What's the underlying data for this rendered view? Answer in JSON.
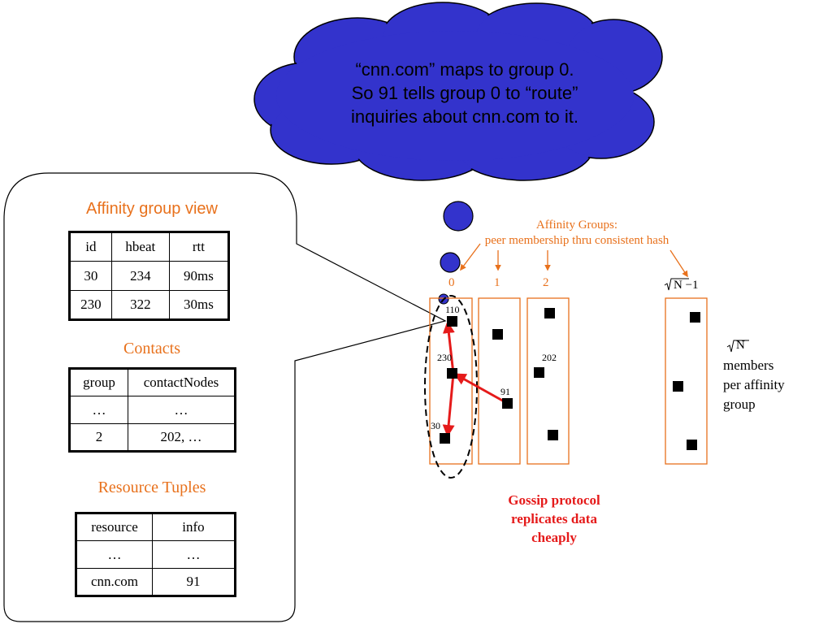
{
  "cloud": {
    "lines": [
      "“cnn.com” maps to group 0.",
      "So 91 tells group 0 to “route”",
      "inquiries about cnn.com to it."
    ]
  },
  "panel": {
    "affinity_view": {
      "title": "Affinity group view",
      "headers": [
        "id",
        "hbeat",
        "rtt"
      ],
      "rows": [
        [
          "30",
          "234",
          "90ms"
        ],
        [
          "230",
          "322",
          "30ms"
        ]
      ]
    },
    "contacts": {
      "title": "Contacts",
      "headers": [
        "group",
        "contactNodes"
      ],
      "rows": [
        [
          "…",
          "…"
        ],
        [
          "2",
          "202, …"
        ]
      ]
    },
    "resources": {
      "title": "Resource Tuples",
      "headers": [
        "resource",
        "info"
      ],
      "rows": [
        [
          "…",
          "…"
        ],
        [
          "cnn.com",
          "91"
        ]
      ]
    }
  },
  "groups": {
    "caption_line1": "Affinity Groups:",
    "caption_line2": "peer membership thru consistent hash",
    "indices": [
      "0",
      "1",
      "2"
    ],
    "last_index": "N −1",
    "node_labels": {
      "n110": "110",
      "n230": "230",
      "n30": "30",
      "n202": "202",
      "n91": "91"
    }
  },
  "side_note": {
    "sqrt_label": "N",
    "lines": [
      "members",
      "per affinity",
      "group"
    ]
  },
  "gossip": {
    "lines": [
      "Gossip protocol",
      "replicates data",
      "cheaply"
    ]
  },
  "colors": {
    "cloud_fill": "#3333CC",
    "accent_orange": "#E8711C",
    "arrow_red": "#E51A1A",
    "node_black": "#000000"
  }
}
